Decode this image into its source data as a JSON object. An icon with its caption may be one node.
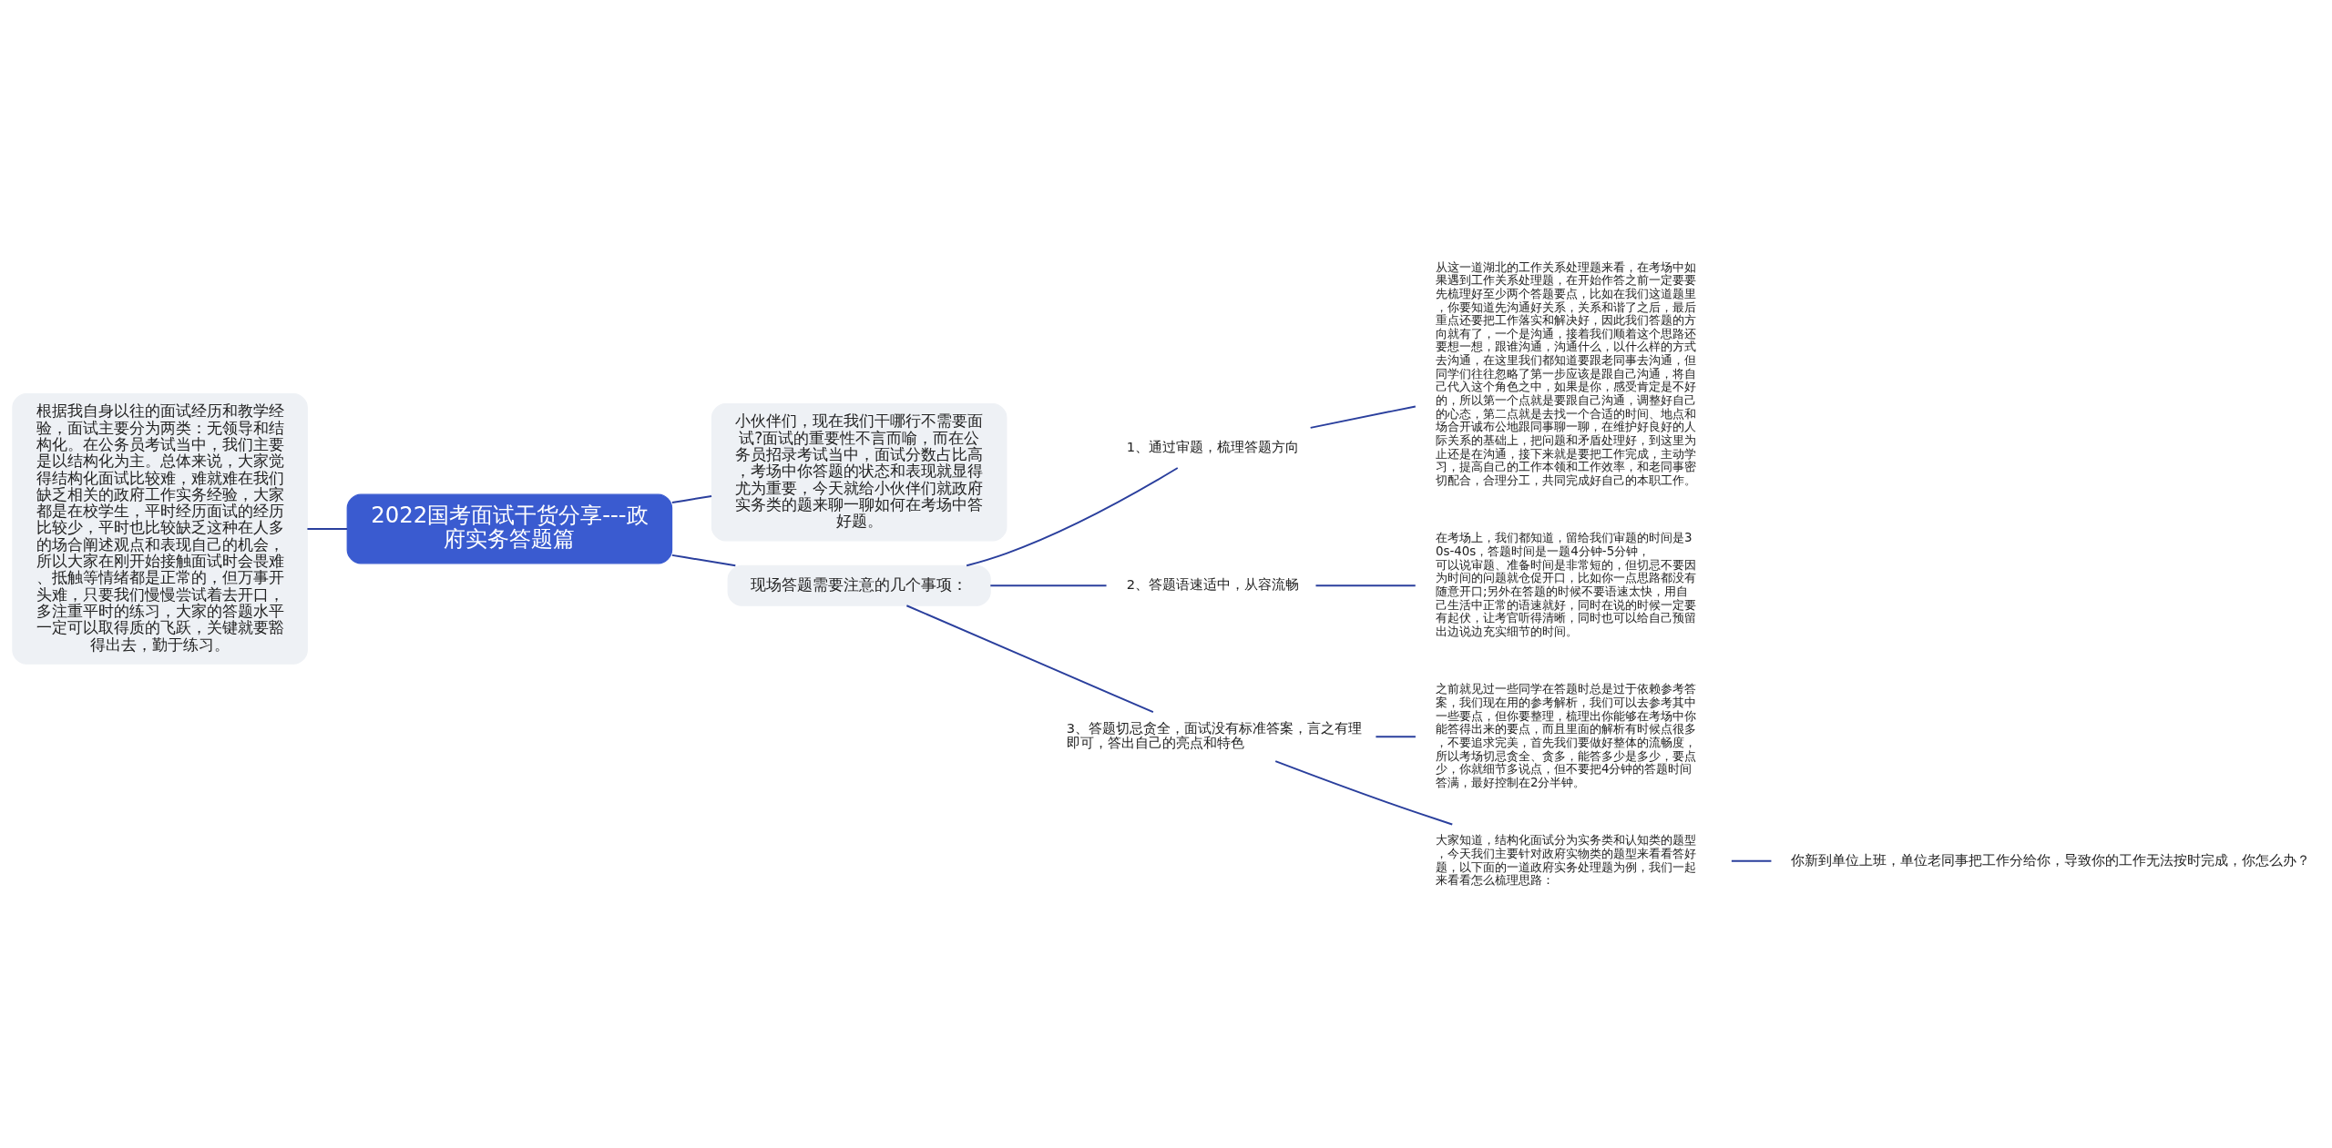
{
  "diagram": {
    "nodes": [
      {
        "text": [
          "2022国考面试干货分享---政府实务答题篇"
        ]
      },
      {
        "text": [
          "根据我自身以往的面试经历和教学经验，面试主要分为两类：无领导和结构化。在公务员考试当中，我们主要是以结构化为主。总体来说，大家觉得结构化面试比较难，难就难在我们缺乏相关的政府工作实务经验，大家都是在校学生，平时经历面试的经历比较少，平时也比较缺乏这种在人多的场合阐述观点和表现自己的机会，所以大家在刚开始接触面试时会畏难、抵触等情绪都是正常的，但万事开头难，只要我们慢慢尝试着去开口，多注重平时的练习，大家的答题水平一定可以取得质的飞跃，关键就要豁得出去，勤于练习。"
        ]
      },
      {
        "text": [
          "小伙伴们，现在我们干哪行不需要面试?面试的重要性不言而喻，而在公务员招录考试当中，面试分数占比高，考场中你答题的状态和表现就显得尤为重要，今天就给小伙伴们就政府实务类的题来聊一聊如何在考场中答好题。"
        ]
      },
      {
        "text": [
          "现场答题需要注意的几个事项："
        ]
      },
      {
        "text": [
          "1、通过审题，梳理答题方向"
        ]
      },
      {
        "text": [
          "从这一道湖北的工作关系处理题来看，在考场中如果遇到工作关系处理题，在开始作答之前一定要要先梳理好至少两个答题要点，比如在我们这道题里，你要知道先沟通好关系，关系和谐了之后，最后重点还要把工作落实和解决好，因此我们答题的方向就有了，一个是沟通，接着我们顺着这个思路还要想一想，跟谁沟通，沟通什么，以什么样的方式去沟通，在这里我们都知道要跟老同事去沟通，但同学们往往忽略了第一步应该是跟自己沟通，将自己代入这个角色之中，如果是你，感受肯定是不好的，所以第一个点就是要跟自己沟通，调整好自己的心态，第二点就是去找一个合适的时间、地点和场合开诚布公地跟同事聊一聊，在维护好良好的人际关系的基础上，把问题和矛盾处理好，到这里为止还是在沟通，接下来就是要把工作完成，主动学习，提高自己的工作本领和工作效率，和老同事密切配合，合理分工，共同完成好自己的本职工作。"
        ]
      },
      {
        "text": [
          "2、答题语速适中，从容流畅"
        ]
      },
      {
        "text": [
          "在考场上，我们都知道，留给我们审题的时间是30s-40s，答题时间是一题4分钟-5分钟，可以说审题、准备时间是非常短的，但切忌不要因为时间的问题就仓促开口，比如你一点思路都没有随意开口;另外在答题的时候不要语速太快，用自己生活中正常的语速就好，同时在说的时候一定要有起伏，让考官听得清晰，同时也可以给自己预留出边说边充实细节的时间。"
        ]
      },
      {
        "text": [
          "3、答题切忌贪全，面试没有标准答案，言之有理即可，答出自己的亮点和特色"
        ]
      },
      {
        "text": [
          "之前就见过一些同学在答题时总是过于依赖参考答案，我们现在用的参考解析，我们可以去参考其中一些要点，但你要整理，梳理出你能够在考场中你能答得出来的要点，而且里面的解析有时候点很多，不要追求完美，首先我们要做好整体的流畅度，所以考场切忌贪全、贪多，能答多少是多少，要点少，你就细节多说点，但不要把4分钟的答题时间答满，最好控制在2分半钟。"
        ]
      },
      {
        "text": [
          "大家知道，结构化面试分为实务类和认知类的题型，今天我们主要针对政府实物类的题型来看看答好题，以下面的一道政府实务处理题为例，我们一起来看看怎么梳理思路："
        ]
      },
      {
        "text": [
          "你新到单位上班，单位老同事把工作分给你，导致你的工作无法按时完成，你怎么办？"
        ]
      }
    ],
    "edges": [
      {
        "from": 1,
        "to": 0,
        "arrow": "none"
      },
      {
        "from": 0,
        "to": 2,
        "arrow": "none"
      },
      {
        "from": 0,
        "to": 3,
        "arrow": "none"
      },
      {
        "from": 3,
        "to": 4,
        "arrow": "none"
      },
      {
        "from": 4,
        "to": 5,
        "arrow": "none"
      },
      {
        "from": 3,
        "to": 6,
        "arrow": "none"
      },
      {
        "from": 6,
        "to": 7,
        "arrow": "none"
      },
      {
        "from": 3,
        "to": 8,
        "arrow": "none"
      },
      {
        "from": 8,
        "to": 9,
        "arrow": "none"
      },
      {
        "from": 8,
        "to": 10,
        "arrow": "none"
      },
      {
        "from": 10,
        "to": 11,
        "arrow": "none"
      }
    ]
  }
}
